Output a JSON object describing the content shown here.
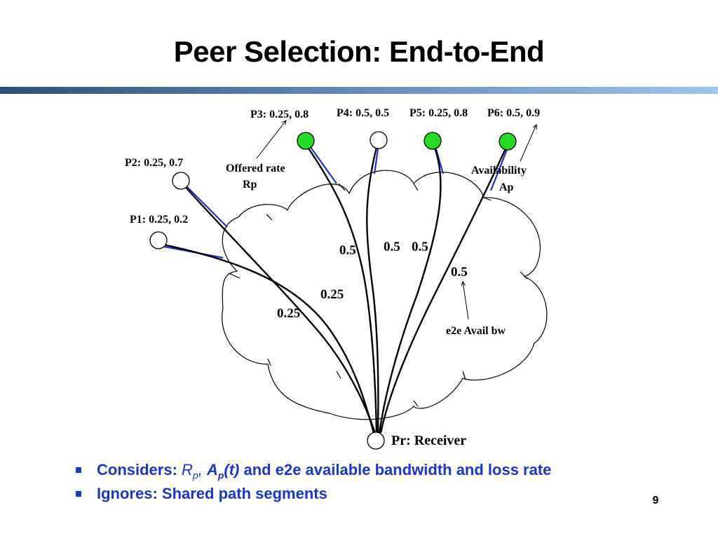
{
  "slide": {
    "title": "Peer Selection: End-to-End",
    "page_number": "9"
  },
  "colors": {
    "title_rule_start": "#2c4f78",
    "title_rule_end": "#9ec4ee",
    "bullet_text": "#1a35d6",
    "available_peer_fill": "#22dd22",
    "offered_rate_line": "#1f2fd0"
  },
  "diagram": {
    "peers": [
      {
        "id": "P1",
        "label": "P1: 0.25, 0.2",
        "state": "hollow",
        "path_bw": "0.25"
      },
      {
        "id": "P2",
        "label": "P2: 0.25, 0.7",
        "state": "hollow",
        "path_bw": "0.25"
      },
      {
        "id": "P3",
        "label": "P3: 0.25, 0.8",
        "state": "green",
        "path_bw": "0.5"
      },
      {
        "id": "P4",
        "label": "P4: 0.5, 0.5",
        "state": "hollow",
        "path_bw": "0.5"
      },
      {
        "id": "P5",
        "label": "P5: 0.25, 0.8",
        "state": "green",
        "path_bw": "0.5"
      },
      {
        "id": "P6",
        "label": "P6: 0.5, 0.9",
        "state": "green",
        "path_bw": "0.5"
      }
    ],
    "receiver_label": "Pr: Receiver",
    "annotations": {
      "offered_rate_line1": "Offered rate",
      "offered_rate_line2": "Rp",
      "availability_line1": "Availability",
      "availability_line2": "Ap",
      "e2e": "e2e Avail bw"
    }
  },
  "bullets": [
    {
      "prefix": "Considers: ",
      "rp_main": "R",
      "rp_sub": "p",
      "sep": ", ",
      "ap_main": "A",
      "ap_sub": "p",
      "ap_tail": "(t)",
      "suffix": " and e2e  available  bandwidth and loss rate"
    },
    {
      "text": "Ignores: Shared path segments"
    }
  ]
}
